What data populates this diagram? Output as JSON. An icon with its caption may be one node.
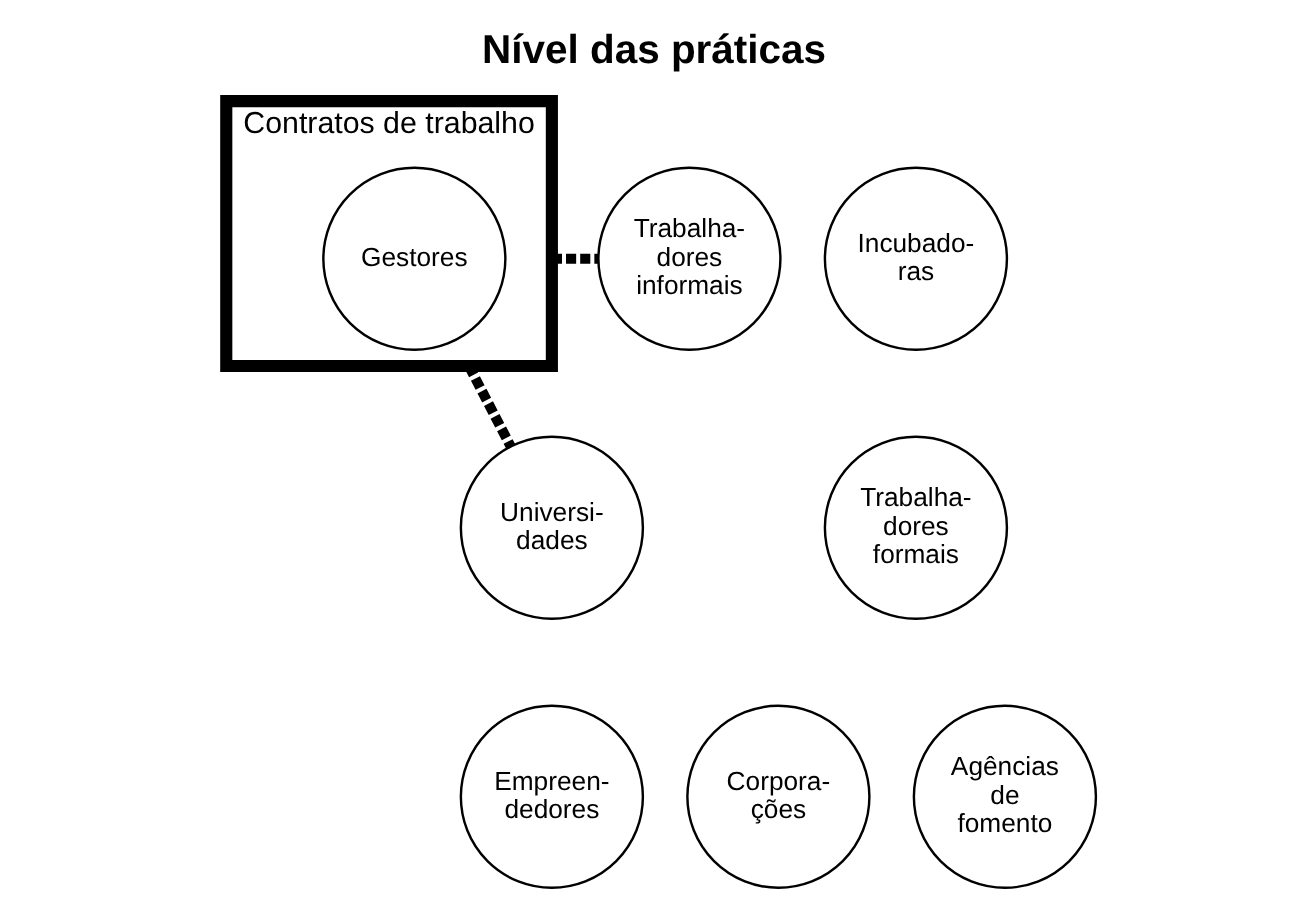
{
  "diagram": {
    "title": "Nível das práticas",
    "nodes": [
      {
        "text": [
          "Contratos de trabalho"
        ]
      },
      {
        "text": [
          "Trabalha- dores informais"
        ]
      },
      {
        "text": [
          "Gestores"
        ],
        "in": 0
      },
      {
        "text": [
          "Incubado- ras"
        ]
      },
      {
        "text": [
          "Trabalha- dores formais"
        ]
      },
      {
        "text": [
          "Universi- dades"
        ]
      },
      {
        "text": [
          "Empreen- dedores"
        ]
      },
      {
        "text": [
          "Corpora- ções"
        ]
      },
      {
        "text": [
          "Agências de fomento"
        ]
      }
    ],
    "edges": [
      {
        "from": 0,
        "to": 1,
        "arrow": "none",
        "style": "dashed"
      },
      {
        "from": 0,
        "to": 5,
        "arrow": "none",
        "style": "dashed"
      }
    ]
  }
}
